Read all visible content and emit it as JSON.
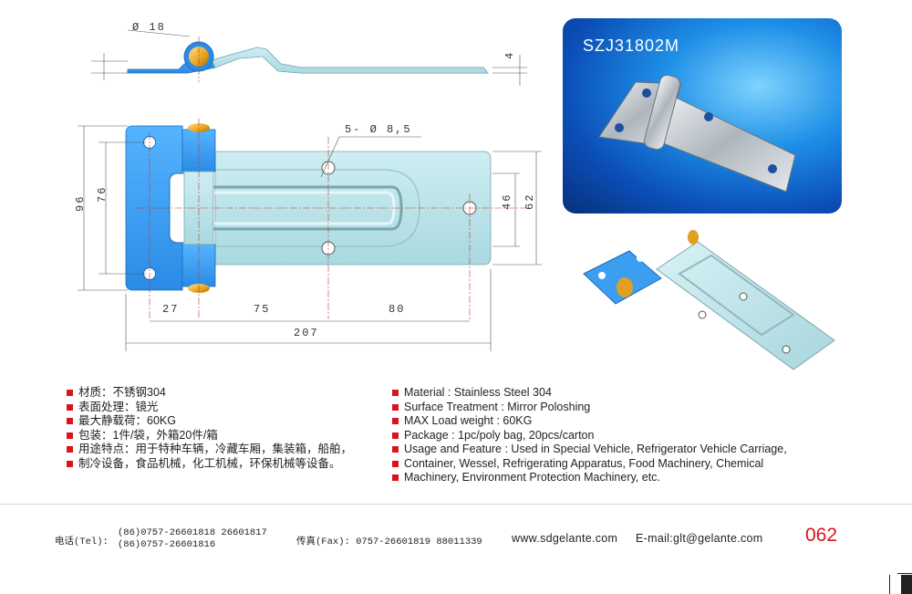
{
  "drawing": {
    "dims": {
      "pin_dia": "Ø 18",
      "thickness": "4",
      "holes": "5- Ø 8,5",
      "height_96": "96",
      "height_76": "76",
      "height_62": "62",
      "height_46": "46",
      "w27": "27",
      "w75": "75",
      "w80": "80",
      "w207": "207"
    }
  },
  "photo": {
    "model": "SZJ31802M"
  },
  "specs_cn": [
    "材质：不锈钢304",
    "表面处理：镜光",
    "最大静载荷：60KG",
    "包装：1件/袋，外箱20件/箱",
    "用途特点：用于特种车辆，冷藏车厢，集装箱，船舶，",
    "制冷设备，食品机械，化工机械，环保机械等设备。"
  ],
  "specs_en": [
    "Material : Stainless Steel 304",
    "Surface Treatment : Mirror Poloshing",
    "MAX Load weight : 60KG",
    "Package : 1pc/poly bag,  20pcs/carton",
    "Usage and Feature : Used in Special Vehicle, Refrigerator Vehicle Carriage,",
    "Container, Wessel, Refrigerating Apparatus, Food Machinery, Chemical",
    "Machinery, Environment Protection Machinery, etc."
  ],
  "footer": {
    "tel_label": "电话(Tel):",
    "tel_line1": "(86)0757-26601818  26601817",
    "tel_line2": "(86)0757-26601816",
    "fax": "传真(Fax): 0757-26601819 88011339",
    "website": "www.sdgelante.com",
    "email": "E-mail:glt@gelante.com",
    "page_number": "062"
  },
  "colors": {
    "accent": "#d9141b",
    "plate_blue": "#3b9ef0",
    "plate_cyan": "#bfe6ec",
    "pin_gold": "#e0a020"
  }
}
